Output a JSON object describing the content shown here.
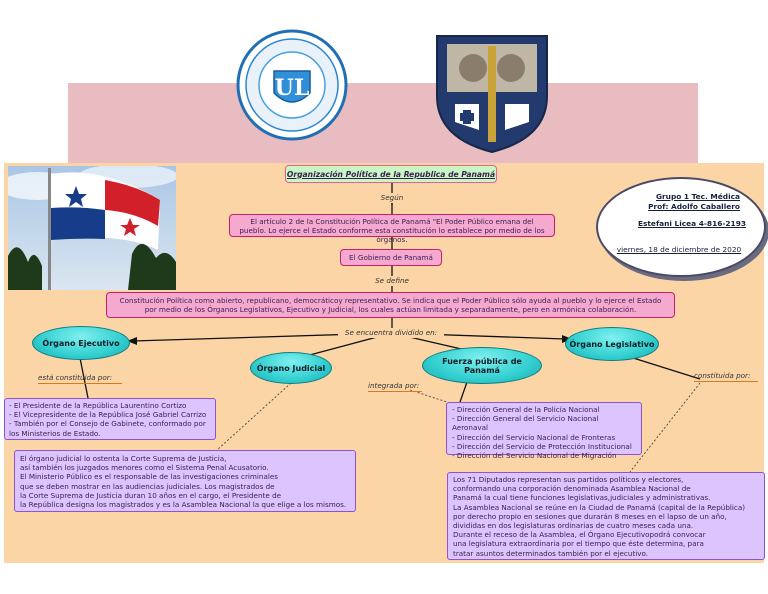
{
  "colors": {
    "background": "#fcd5a6",
    "pink_box": "#f5a9cf",
    "lavender_box": "#dcc4ff",
    "ellipse_teal": "#33cfd0",
    "title_box": "#c9f7c4"
  },
  "logos": {
    "left": "Universidad Latina de Panamá seal",
    "right": "Facultad de Ciencias de la Salud shield"
  },
  "title": "Organización Política de la Republica de Panamá",
  "connectors": {
    "segun": "Según",
    "se_define": "Se define",
    "se_encuentra": "Se encuentra dividido en:",
    "esta_constituida": "está constituida por:",
    "integrada": "integrada por:",
    "constituida": "constituida por:"
  },
  "boxes": {
    "articulo": "El artículo 2 de la Constitución Política de Panamá \"El Poder Público emana del pueblo. Lo ejerce el Estado conforme esta constitución lo establece por medio de los órganos.",
    "gobierno": "El Gobierno de Panamá",
    "constitucion": "Constitución Política como abierto, republicano, democráticoy representativo. Se indica que el Poder Público sólo ayuda al pueblo y lo ejerce el Estado por medio de los Órganos Legislativos, Ejecutivo y Judicial, los cuales actúan limitada y separadamente, pero en armónica colaboración."
  },
  "organs": {
    "ejecutivo": "Órgano Ejecutivo",
    "judicial": "Órgano Judicial",
    "fuerza": "Fuerza pública de Panamá",
    "legislativo": "Órgano Legislativo"
  },
  "details": {
    "ejecutivo": [
      "- El Presidente de la República Laurentino Cortizo",
      "- El Vicepresidente de la República José Gabriel Carrizo",
      "- También por el Consejo de Gabinete, conformado por",
      "los Ministerios de Estado."
    ],
    "judicial": [
      "El órgano judicial lo ostenta la Corte Suprema de Justicia,",
      "así también los juzgados menores como el Sistema Penal Acusatorio.",
      "El Ministerio Público es el responsable de las investigaciones criminales",
      "que se deben mostrar en las audiencias judiciales. Los magistrados de",
      "la Corte Suprema de Justicia duran 10 años en el cargo, el Presidente de",
      "la República designa los magistrados y es la Asamblea Nacional la que elige a los mismos."
    ],
    "fuerza": [
      "- Dirección General de la Policía Nacional",
      "- Dirección General del Servicio Nacional Aeronaval",
      "- Dirección del Servicio Nacional de Fronteras",
      "- Dirección del Servicio de Protección Institucional",
      "- Dirección del Servicio Nacional de Migración"
    ],
    "legislativo": [
      "Los 71 Diputados representan sus partidos políticos y electores,",
      "conformando una corporación denominada Asamblea Nacional de",
      "Panamá la cual tiene funciones legislativas,judiciales y administrativas.",
      "La Asamblea Nacional se reúne en la Ciudad de Panamá (capital de la República)",
      "por derecho propio en sesiones que durarán 8 meses en el lapso de un año,",
      "divididas en dos legislaturas ordinarias de cuatro meses cada una.",
      "Durante el receso de la Asamblea, el Órgano Ejecutivopodrá convocar",
      "una legislatura extraordinaria por el tiempo que éste determina, para",
      "tratar asuntos determinados también por el ejecutivo."
    ]
  },
  "info": {
    "group": "Grupo 1 Tec. Médica",
    "prof": "Prof: Adolfo Caballero",
    "student": "Estefani Licea  4-816-2193",
    "date": "viernes, 18 de diciembre de 2020"
  }
}
